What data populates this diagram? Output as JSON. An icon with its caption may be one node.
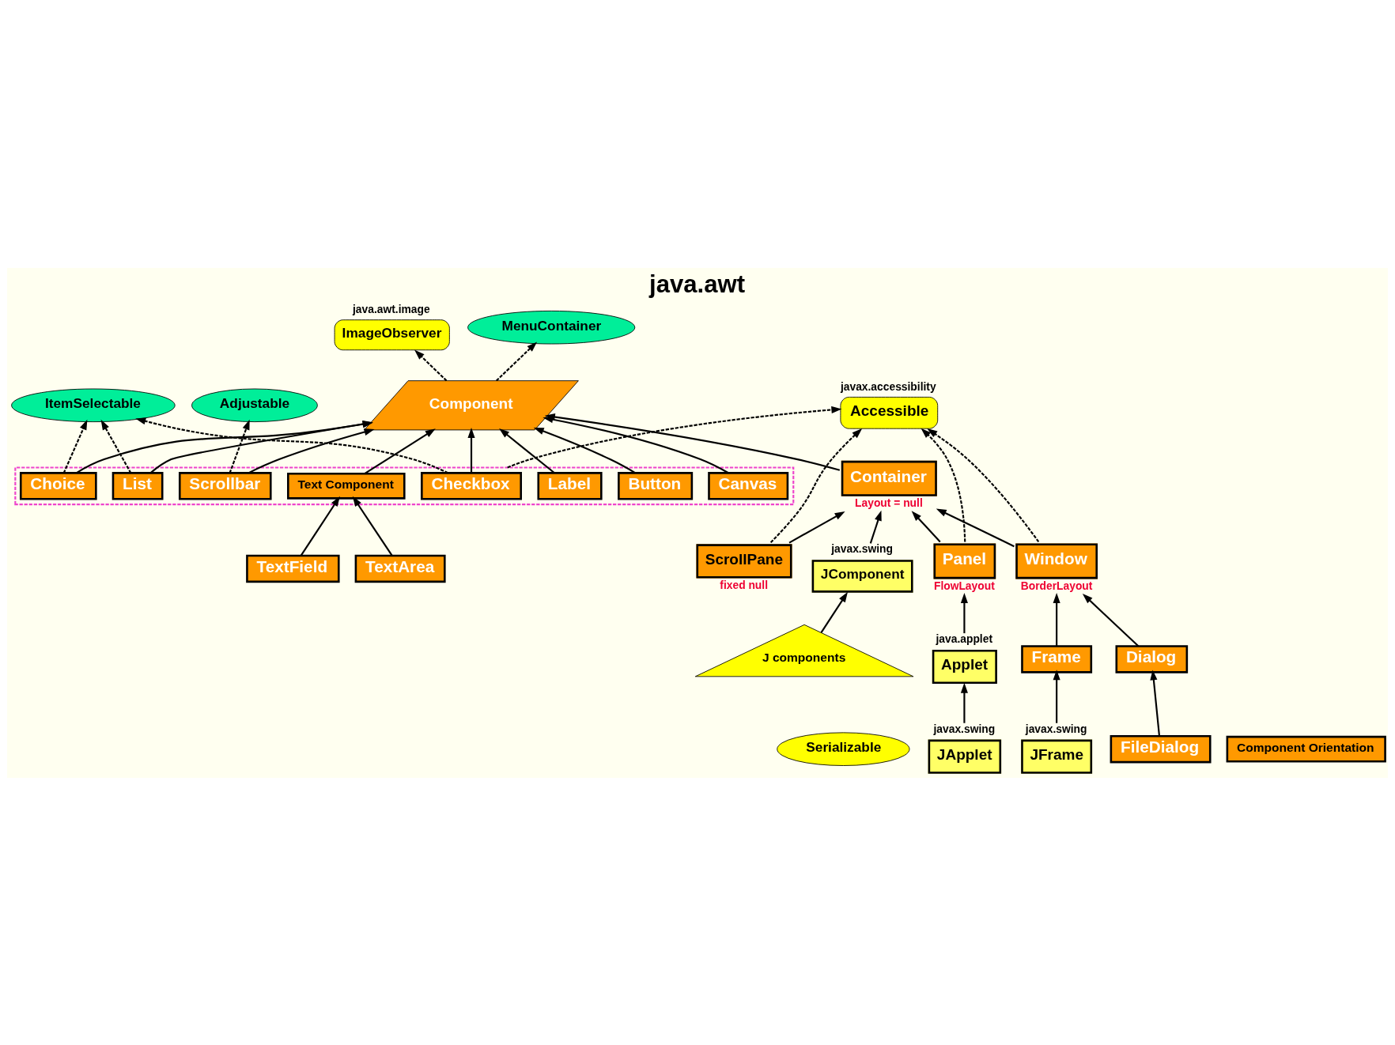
{
  "diagram": {
    "title": "java.awt",
    "nodes": [
      {
        "text": [
          "Serializable"
        ]
      },
      {
        "text": [
          "ImageObserver"
        ],
        "beside": [
          "java.awt.image"
        ]
      },
      {
        "text": [
          "ItemSelectable"
        ]
      },
      {
        "text": [
          "Adjustable"
        ]
      },
      {
        "text": [
          "Component"
        ]
      },
      {
        "text": [
          "MenuContainer"
        ]
      },
      {
        "text": [
          "Component Orientation"
        ]
      },
      {
        "text": [],
        "shape": "box"
      },
      {
        "text": [
          "Checkbox"
        ],
        "in": 7
      },
      {
        "text": [
          "Choice"
        ],
        "in": 7
      },
      {
        "text": [
          "List"
        ],
        "in": 7
      },
      {
        "text": [
          "Scrollbar"
        ],
        "in": 7
      },
      {
        "text": [
          "Button"
        ],
        "in": 7
      },
      {
        "text": [
          "Label"
        ],
        "in": 7
      },
      {
        "text": [
          "Text Component"
        ],
        "in": 7
      },
      {
        "text": [
          "Canvas"
        ],
        "in": 7
      },
      {
        "text": [
          "TextField"
        ]
      },
      {
        "text": [
          "TextArea"
        ]
      },
      {
        "text": [
          "Accessible"
        ],
        "beside": [
          "javax.accessibility"
        ]
      },
      {
        "text": [
          "Container"
        ],
        "beside": [
          "Layout = null"
        ]
      },
      {
        "text": [
          "Panel"
        ],
        "beside": [
          "FlowLayout"
        ]
      },
      {
        "text": [
          "Applet"
        ],
        "beside": [
          "java.applet"
        ]
      },
      {
        "text": [
          "JApplet"
        ],
        "beside": [
          "javax.swing"
        ]
      },
      {
        "text": [
          "JComponent"
        ],
        "beside": [
          "javax.swing"
        ]
      },
      {
        "text": [
          "Window"
        ],
        "beside": [
          "BorderLayout"
        ]
      },
      {
        "text": [
          "Frame"
        ]
      },
      {
        "text": [
          "JFrame"
        ],
        "beside": [
          "javax.swing"
        ]
      },
      {
        "text": [
          "Dialog"
        ]
      },
      {
        "text": [
          "FileDialog"
        ]
      },
      {
        "text": [
          "ScrollPane"
        ],
        "beside": [
          "fixed null"
        ]
      },
      {
        "text": [
          "J components"
        ]
      }
    ],
    "edges": [
      {
        "from": 4,
        "to": 1,
        "arrow": "to",
        "style": "dashed"
      },
      {
        "from": 4,
        "to": 5,
        "arrow": "to",
        "style": "dashed"
      },
      {
        "from": 8,
        "to": 2,
        "arrow": "to",
        "style": "dashed"
      },
      {
        "from": 9,
        "to": 2,
        "arrow": "to",
        "style": "dashed"
      },
      {
        "from": 10,
        "to": 2,
        "arrow": "to",
        "style": "dashed"
      },
      {
        "from": 11,
        "to": 3,
        "arrow": "to",
        "style": "dashed"
      },
      {
        "from": 8,
        "to": 4,
        "arrow": "to"
      },
      {
        "from": 9,
        "to": 4,
        "arrow": "to"
      },
      {
        "from": 10,
        "to": 4,
        "arrow": "to"
      },
      {
        "from": 11,
        "to": 4,
        "arrow": "to"
      },
      {
        "from": 12,
        "to": 4,
        "arrow": "to"
      },
      {
        "from": 13,
        "to": 4,
        "arrow": "to"
      },
      {
        "from": 14,
        "to": 4,
        "arrow": "to"
      },
      {
        "from": 15,
        "to": 4,
        "arrow": "to"
      },
      {
        "from": 19,
        "to": 4,
        "arrow": "to"
      },
      {
        "from": 7,
        "to": 18,
        "arrow": "to",
        "style": "dashed"
      },
      {
        "from": 16,
        "to": 14,
        "arrow": "to"
      },
      {
        "from": 17,
        "to": 14,
        "arrow": "to"
      },
      {
        "from": 20,
        "to": 18,
        "arrow": "to",
        "style": "dashed"
      },
      {
        "from": 24,
        "to": 18,
        "arrow": "to",
        "style": "dashed"
      },
      {
        "from": 29,
        "to": 18,
        "arrow": "to",
        "style": "dashed"
      },
      {
        "from": 20,
        "to": 19,
        "arrow": "to"
      },
      {
        "from": 24,
        "to": 19,
        "arrow": "to"
      },
      {
        "from": 29,
        "to": 19,
        "arrow": "to"
      },
      {
        "from": 21,
        "to": 20,
        "arrow": "to"
      },
      {
        "from": 22,
        "to": 21,
        "arrow": "to"
      },
      {
        "from": 25,
        "to": 24,
        "arrow": "to"
      },
      {
        "from": 27,
        "to": 24,
        "arrow": "to"
      },
      {
        "from": 26,
        "to": 25,
        "arrow": "to"
      },
      {
        "from": 28,
        "to": 27,
        "arrow": "to"
      },
      {
        "from": 23,
        "to": 19,
        "arrow": "to"
      },
      {
        "from": 30,
        "to": 23,
        "arrow": "to"
      }
    ]
  }
}
